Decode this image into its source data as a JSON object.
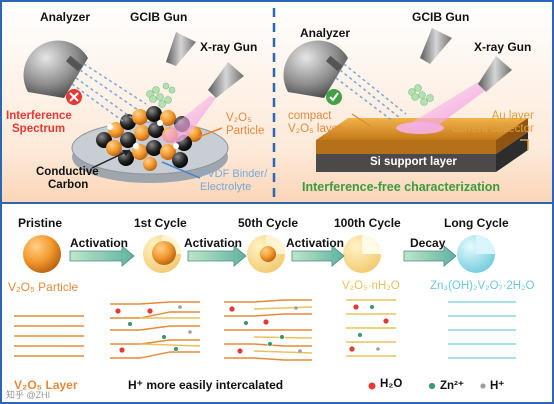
{
  "top_left": {
    "analyzer": "Analyzer",
    "gun": "GCIB Gun",
    "xray": "X-ray Gun",
    "interference_1": "Interference",
    "interference_2": "Spectrum",
    "particle_1": "V₂O₅",
    "particle_2": "Particle",
    "carbon_1": "Conductive",
    "carbon_2": "Carbon",
    "binder_1": "PVDF Binder/",
    "binder_2": "Electrolyte"
  },
  "top_right": {
    "analyzer": "Analyzer",
    "gun": "GCIB Gun",
    "xray": "X-ray Gun",
    "compact_1": "compact",
    "compact_2": "V₂O₅ layer",
    "au_1": "Au layer",
    "au_2": "current collector",
    "si": "Si support layer",
    "caption": "Interference-free characterization"
  },
  "bottom": {
    "stages": [
      "Pristine",
      "1st Cycle",
      "50th Cycle",
      "100th Cycle",
      "Long Cycle"
    ],
    "arrows": [
      "Activation",
      "Activation",
      "Activation",
      "Decay"
    ],
    "particle_label": "V₂O₅ Particle",
    "hydrate_label": "V₂O₅·nH₂O",
    "zinc_label": "Zn₃(OH)₂V₂O₇·2H₂O",
    "layer_label": "V₂O₅ Layer",
    "intercalated": "H⁺ more easily intercalated",
    "legend_h2o": "H₂O",
    "legend_zn": "Zn²⁺",
    "legend_h": "H⁺"
  },
  "watermark": "知乎 @ZHI"
}
